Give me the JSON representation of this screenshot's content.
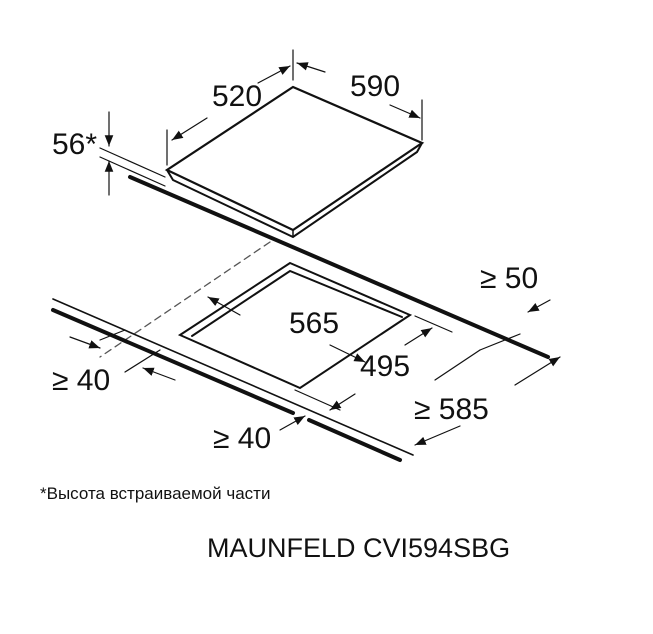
{
  "dimensions": {
    "hob_depth": "520",
    "hob_width": "590",
    "built_in_height": "56*",
    "rear_clearance": "≥ 50",
    "cutout_width": "565",
    "cutout_depth": "495",
    "side_clearance": "≥ 40",
    "worktop_depth": "≥ 585",
    "front_clearance": "≥ 40"
  },
  "footnote": "*Высота встраиваемой части",
  "model": "MAUNFELD CVI594SBG"
}
